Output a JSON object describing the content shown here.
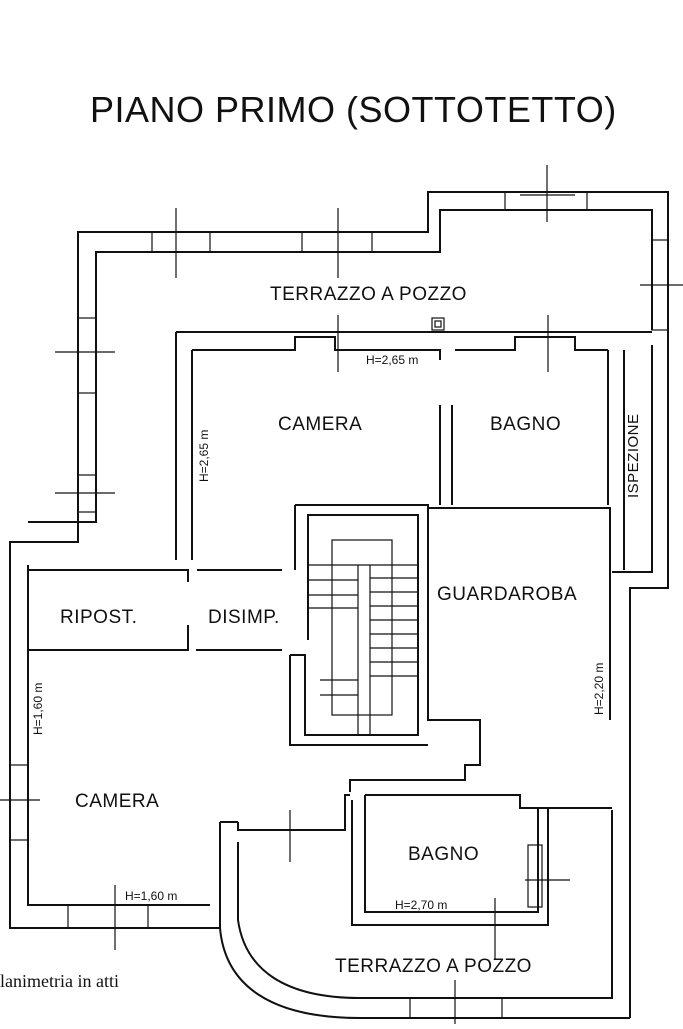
{
  "title": "PIANO PRIMO (SOTTOTETTO)",
  "rooms": {
    "terrazzo_top": "TERRAZZO A POZZO",
    "camera_top": "CAMERA",
    "bagno_top": "BAGNO",
    "ispezione": "ISPEZIONE",
    "guardaroba": "GUARDAROBA",
    "ripost": "RIPOST.",
    "disimp": "DISIMP.",
    "camera_bottom": "CAMERA",
    "bagno_bottom": "BAGNO",
    "terrazzo_bottom": "TERRAZZO A POZZO"
  },
  "heights": {
    "h_top": "H=2,65 m",
    "h_camera_vertical": "H=2,65 m",
    "h_guardaroba": "H=2,20 m",
    "h_camera_bottom_vertical": "H=1,60 m",
    "h_camera_bottom": "H=1,60 m",
    "h_bagno_bottom": "H=2,70 m"
  },
  "note": "lanimetria in atti"
}
